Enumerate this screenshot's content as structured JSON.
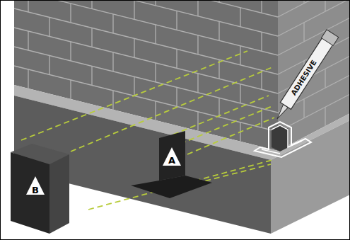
{
  "diagram": {
    "labels": [
      "ADHESIVE",
      "A",
      "B"
    ]
  }
}
